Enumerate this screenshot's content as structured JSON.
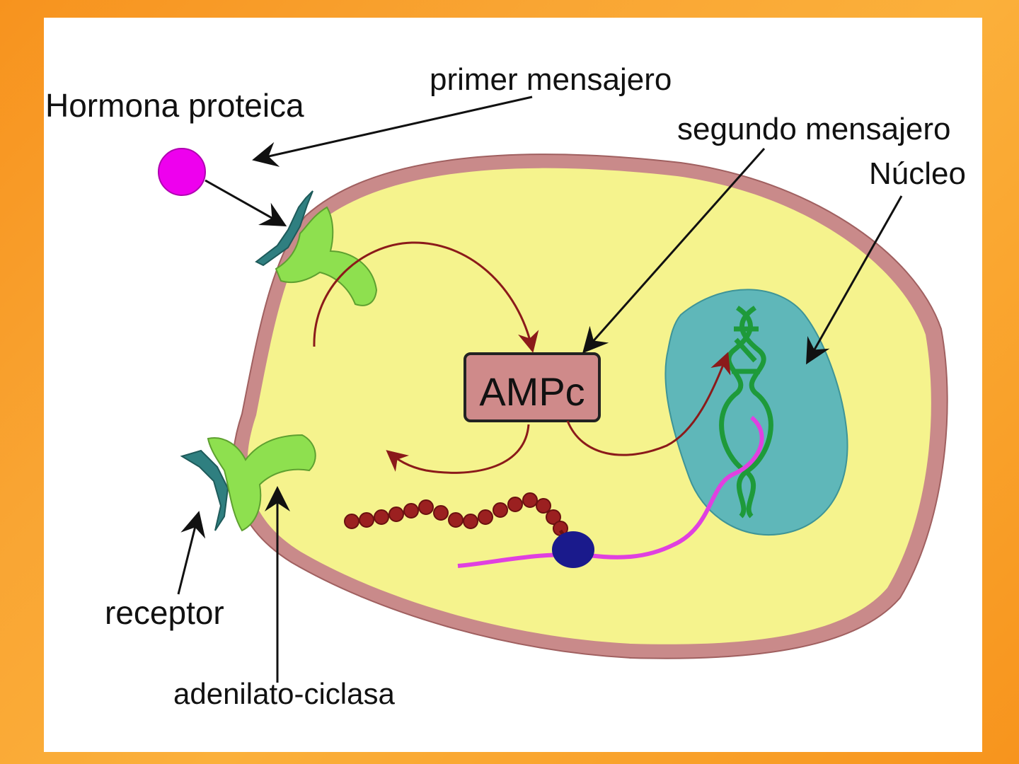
{
  "labels": {
    "hormone": "Hormona proteica",
    "first_messenger": "primer mensajero",
    "second_messenger": "segundo mensajero",
    "nucleus": "Núcleo",
    "camp": "AMPc",
    "receptor": "receptor",
    "adenylate_cyclase": "adenilato-ciclasa"
  },
  "colors": {
    "membrane": "#c98a8a",
    "cytoplasm": "#f5f38d",
    "nucleus": "#5fb7b9",
    "hormone": "#ee00ee",
    "receptor": "#2f7f80",
    "cyclase": "#8ee04f",
    "camp_box": "#cf8a8a",
    "pathway_arrow": "#8b1a1a",
    "dna": "#1e9a3a",
    "mrna": "#e040e0",
    "ribosome": "#1a1a8c",
    "protein_chain": "#9b2020"
  }
}
